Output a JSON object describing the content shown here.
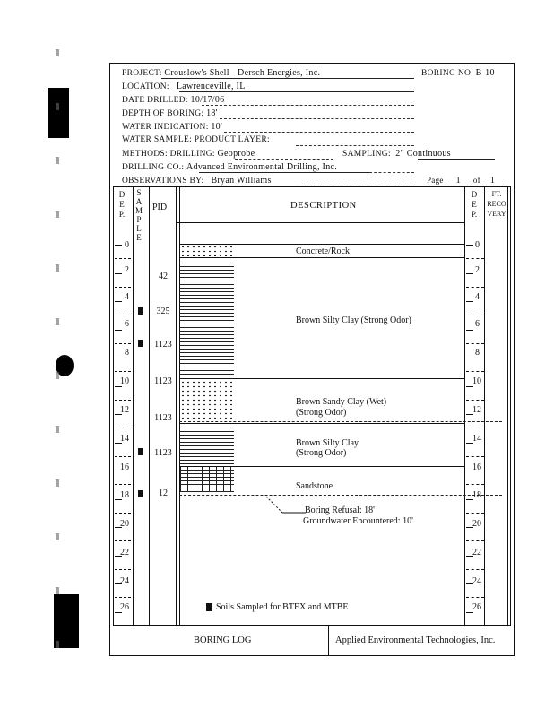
{
  "header": {
    "project_label": "PROJECT:",
    "project_value": "Crouslow's Shell - Dersch Energies, Inc.",
    "boring_no_label": "BORING NO.",
    "boring_no_value": "B-10",
    "location_label": "LOCATION:",
    "location_value": "Lawrenceville, IL",
    "date_label": "DATE DRILLED:",
    "date_value": "10/17/06",
    "depth_label": "DEPTH OF BORING:",
    "depth_value": "18'",
    "water_ind_label": "WATER INDICATION:",
    "water_ind_value": "10'",
    "water_sample_label": "WATER SAMPLE: PRODUCT LAYER:",
    "methods_label": "METHODS: DRILLING:",
    "methods_value": "Geoprobe",
    "sampling_label": "SAMPLING:",
    "sampling_value": "2\" Continuous",
    "drilling_co_label": "DRILLING CO.:",
    "drilling_co_value": "Advanced Environmental Drilling, Inc.",
    "observations_label": "OBSERVATIONS BY:",
    "observations_value": "Bryan Williams",
    "page_label": "Page",
    "page_num": "1",
    "of_label": "of",
    "page_total": "1"
  },
  "columns": {
    "depth_left": "D E P.",
    "sample": "S A M P L E",
    "pid": "PID",
    "description": "DESCRIPTION",
    "depth_right": "D E P.",
    "recovery": "FT. RECO VERY"
  },
  "depths": [
    "0",
    "2",
    "4",
    "6",
    "8",
    "10",
    "12",
    "14",
    "16",
    "18",
    "20",
    "22",
    "24",
    "26"
  ],
  "pid_readings": [
    "42",
    "325",
    "1123",
    "1123",
    "1123",
    "1123",
    "12"
  ],
  "layers": [
    "Concrete/Rock",
    "Brown Silty Clay (Strong Odor)",
    "Brown Sandy Clay (Wet)",
    "(Strong Odor)",
    "Brown Silty Clay",
    "(Strong Odor)",
    "Sandstone"
  ],
  "notes": {
    "refusal": "Boring Refusal: 18'",
    "groundwater": "Groundwater Encountered: 10'"
  },
  "legend": "Soils Sampled for BTEX and MTBE",
  "footer": {
    "left": "BORING LOG",
    "right": "Applied Environmental Technologies, Inc."
  }
}
